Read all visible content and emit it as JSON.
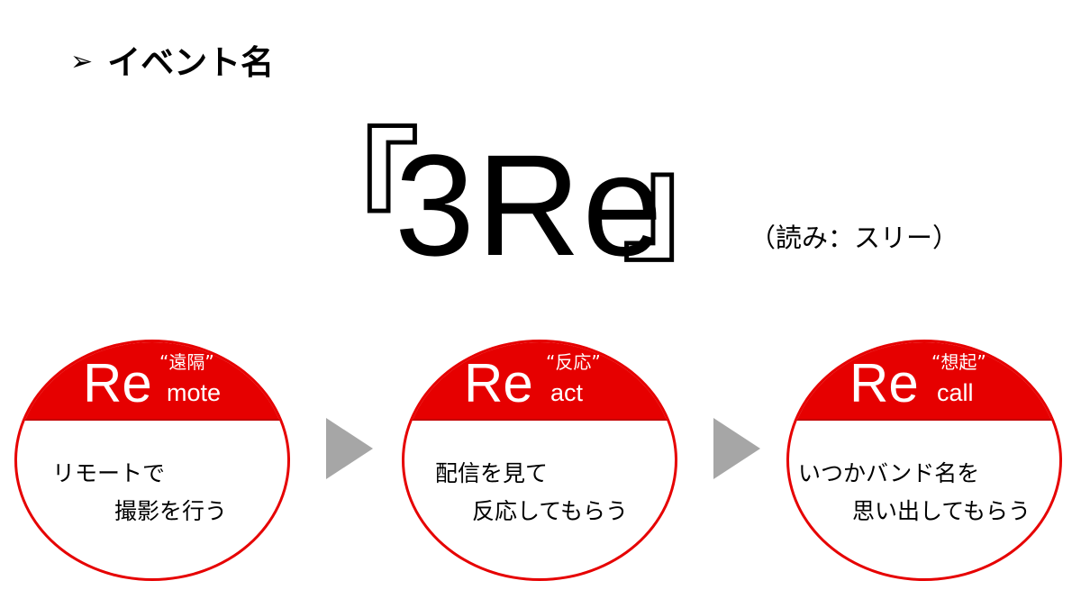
{
  "heading": {
    "bullet": "➢",
    "text": "イベント名"
  },
  "event": {
    "open_bracket": "『",
    "name": "3Re",
    "close_bracket": "』",
    "reading": "（読み：スリー）"
  },
  "steps": [
    {
      "re": "Re",
      "suffix": "mote",
      "kanji": "“遠隔”",
      "lines": [
        "リモートで",
        "撮影を行う"
      ]
    },
    {
      "re": "Re",
      "suffix": "act",
      "kanji": "“反応”",
      "lines": [
        "配信を見て",
        "反応してもらう"
      ]
    },
    {
      "re": "Re",
      "suffix": "call",
      "kanji": "“想起”",
      "lines": [
        "いつかバンド名を",
        "思い出してもらう"
      ]
    }
  ],
  "colors": {
    "accent": "#e60000",
    "arrow": "#a6a6a6"
  },
  "icons": {
    "heading_bullet": "arrowhead-bullet-icon",
    "between_steps": "play-arrow-icon"
  }
}
